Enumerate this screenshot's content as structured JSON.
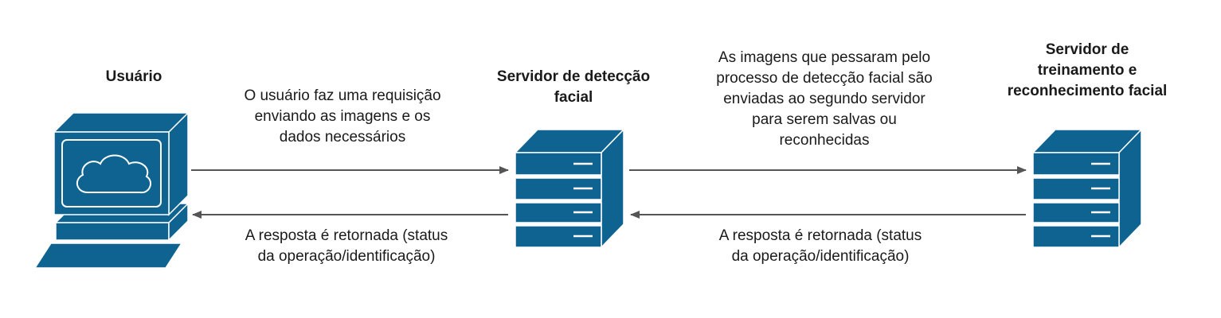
{
  "nodes": {
    "user": {
      "title": "Usuário",
      "icon": "computer-icon"
    },
    "detection_server": {
      "title": "Servidor de detecção\nfacial",
      "icon": "server-icon"
    },
    "training_server": {
      "title": "Servidor de\ntreinamento e\nreconhecimento facial",
      "icon": "server-icon"
    }
  },
  "edges": {
    "user_to_detection": "O usuário faz uma requisição\nenviando as imagens e os\ndados necessários",
    "detection_to_user": "A resposta é retornada (status\nda operação/identificação)",
    "detection_to_training": "As imagens que pessaram pelo\nprocesso de detecção facial são\nenviadas ao segundo servidor\npara serem salvas ou\nreconhecidas",
    "training_to_detection": "A resposta é retornada (status\nda operação/identificação)"
  },
  "colors": {
    "icon_fill": "#0f6390",
    "icon_stroke": "#ffffff",
    "arrow": "#555555"
  }
}
